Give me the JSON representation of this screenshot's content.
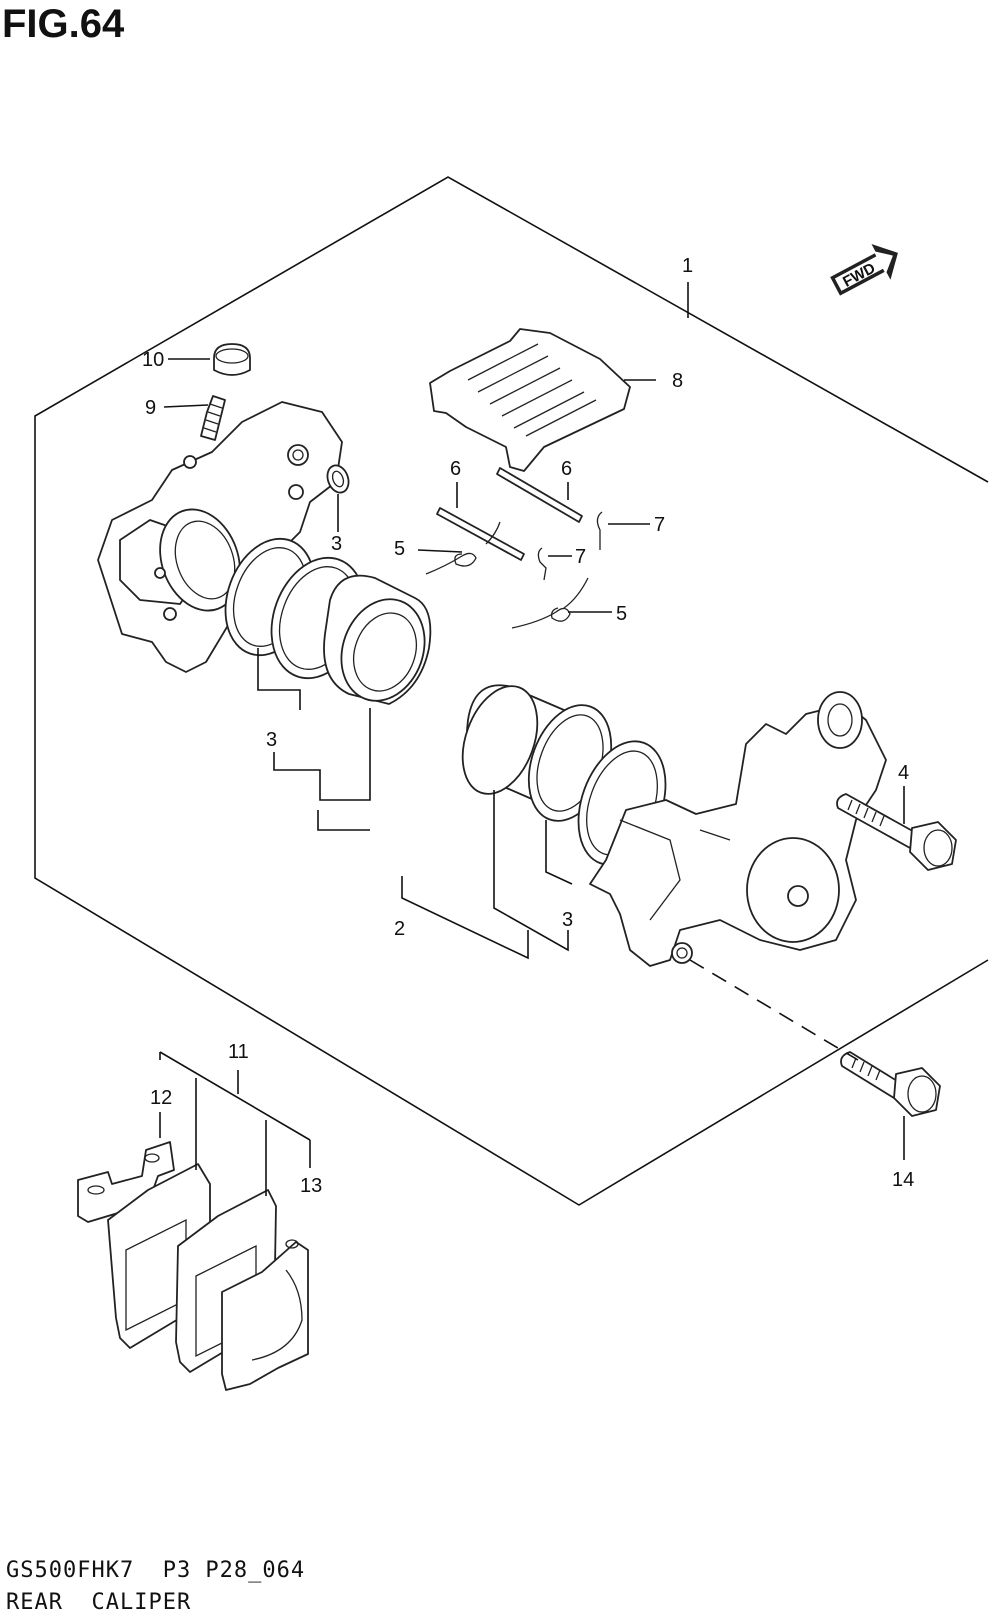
{
  "figure": {
    "title": "FIG.64",
    "model_code": "GS500FHK7  P3 P28_064",
    "section_title": "REAR  CALIPER"
  },
  "direction_badge": "FWD",
  "callouts": {
    "c1": "1",
    "c2": "2",
    "c3a": "3",
    "c3b": "3",
    "c3c": "3",
    "c4": "4",
    "c5a": "5",
    "c5b": "5",
    "c6a": "6",
    "c6b": "6",
    "c7a": "7",
    "c7b": "7",
    "c8": "8",
    "c9": "9",
    "c10": "10",
    "c11": "11",
    "c12": "12",
    "c13": "13",
    "c14": "14"
  }
}
